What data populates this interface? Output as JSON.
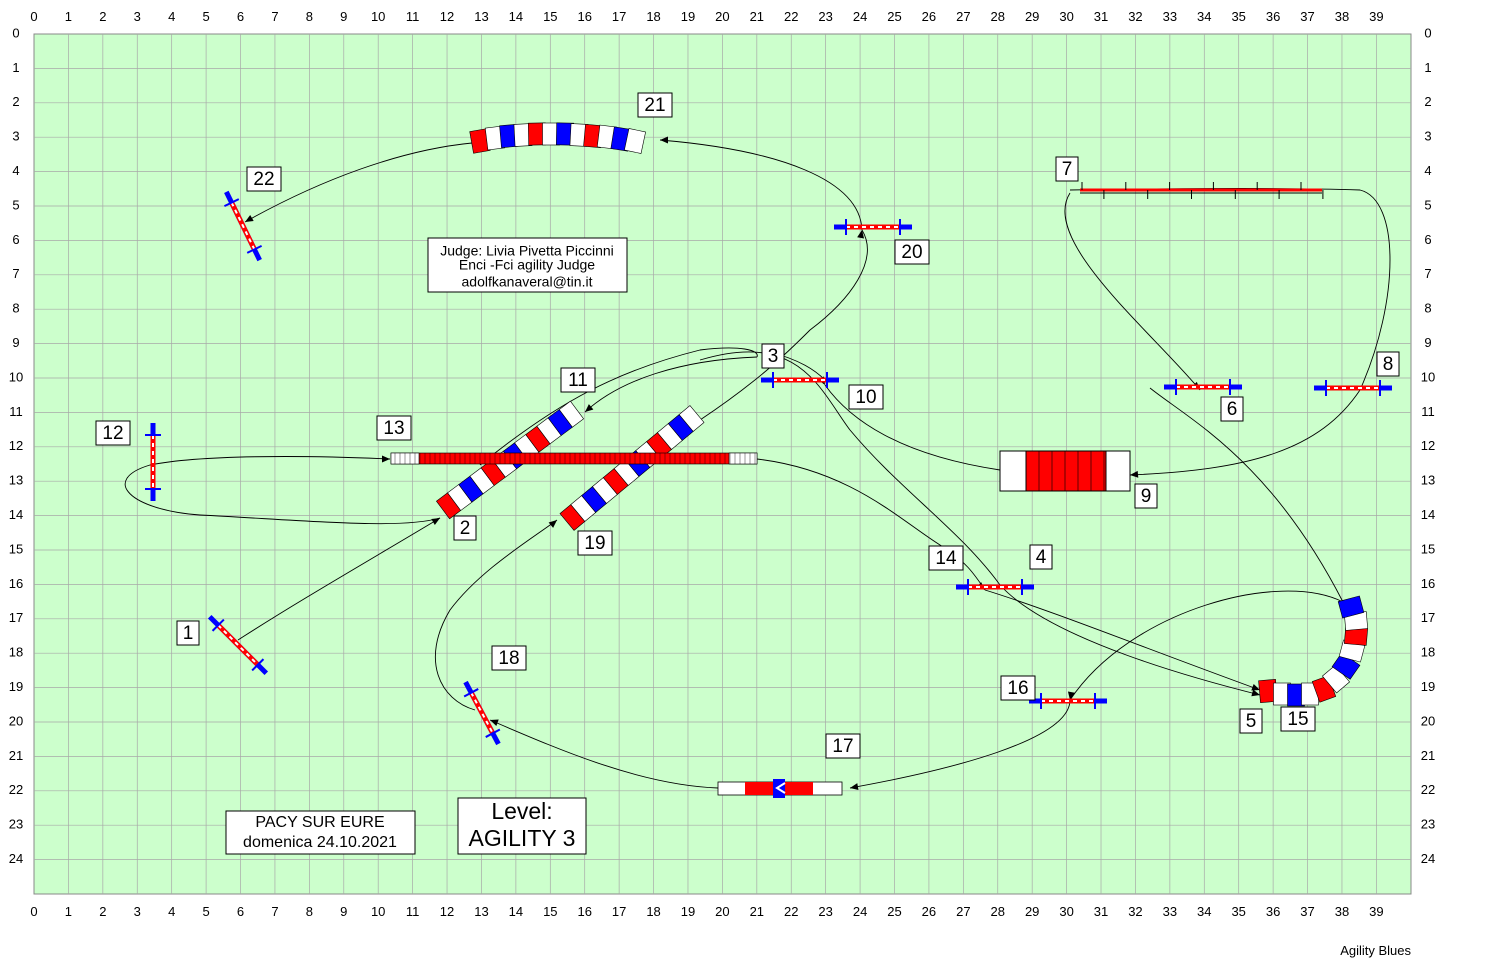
{
  "grid": {
    "cols": 40,
    "rows": 25,
    "x_labels_max": 39,
    "y_labels_max": 24
  },
  "colors": {
    "field": "#ccffcc",
    "grid_line": "#a8a8a8",
    "red": "#ff0000",
    "blue": "#0000ff",
    "white": "#ffffff",
    "black": "#000000"
  },
  "judge_box": {
    "line1": "Judge: Livia Pivetta Piccinni",
    "line2": "Enci -Fci agility Judge",
    "line3": "adolfkanaveral@tin.it"
  },
  "venue_box": {
    "line1": "PACY SUR EURE",
    "line2": "domenica 24.10.2021"
  },
  "level_box": {
    "line1": "Level:",
    "line2": "AGILITY 3"
  },
  "footer": {
    "brand": "Agility Blues"
  },
  "obstacles": [
    {
      "number": "1",
      "type": "hurdle"
    },
    {
      "number": "2",
      "type": "tunnel"
    },
    {
      "number": "3",
      "type": "hurdle"
    },
    {
      "number": "4",
      "type": "hurdle"
    },
    {
      "number": "5",
      "type": "tunnel"
    },
    {
      "number": "6",
      "type": "hurdle"
    },
    {
      "number": "7",
      "type": "weave-poles"
    },
    {
      "number": "8",
      "type": "hurdle"
    },
    {
      "number": "9",
      "type": "tire-tunnel"
    },
    {
      "number": "10",
      "type": "hurdle"
    },
    {
      "number": "11",
      "type": "tunnel"
    },
    {
      "number": "12",
      "type": "hurdle"
    },
    {
      "number": "13",
      "type": "dog-walk"
    },
    {
      "number": "14",
      "type": "hurdle"
    },
    {
      "number": "15",
      "type": "tunnel"
    },
    {
      "number": "16",
      "type": "hurdle"
    },
    {
      "number": "17",
      "type": "seesaw"
    },
    {
      "number": "18",
      "type": "hurdle"
    },
    {
      "number": "19",
      "type": "tunnel"
    },
    {
      "number": "20",
      "type": "hurdle"
    },
    {
      "number": "21",
      "type": "tunnel"
    },
    {
      "number": "22",
      "type": "hurdle"
    }
  ]
}
